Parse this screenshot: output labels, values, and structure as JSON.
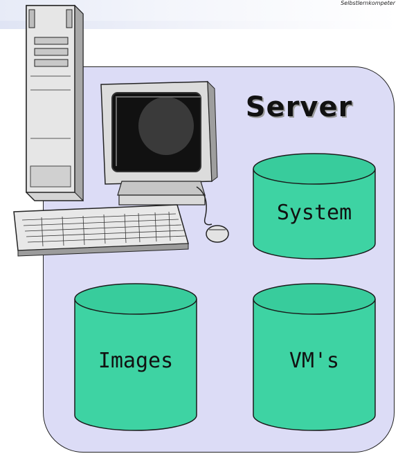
{
  "header": {
    "brand": "Selbstlernkompeter"
  },
  "diagram": {
    "title": "Server",
    "databases": [
      {
        "label": "System"
      },
      {
        "label": "Images"
      },
      {
        "label": "VM's"
      }
    ],
    "colors": {
      "panel": "#dcdcf6",
      "cylinder": "#3ed3a3",
      "cylinder_top": "#34c997",
      "outline": "#1a1a1a"
    }
  }
}
